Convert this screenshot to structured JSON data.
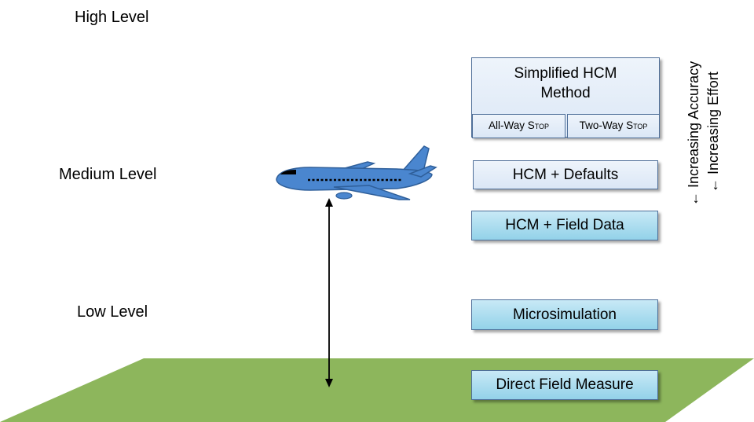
{
  "levels": {
    "high": "High Level",
    "medium": "Medium Level",
    "low": "Low Level"
  },
  "methods": {
    "simplified": {
      "title_line1": "Simplified HCM",
      "title_line2": "Method",
      "sub_left_prefix": "All-Way ",
      "sub_left_sc": "Stop",
      "sub_right_prefix": "Two-Way ",
      "sub_right_sc": "Stop"
    },
    "defaults": "HCM + Defaults",
    "field_data": "HCM + Field Data",
    "microsimulation": "Microsimulation",
    "direct_field": "Direct Field Measure"
  },
  "trends": {
    "accuracy": "← Increasing Accuracy",
    "effort": "← Increasing Effort"
  },
  "colors": {
    "ground": "#8db65c",
    "plane": "#4a86cf",
    "box_light": "#dbe7f6",
    "box_cyan": "#93d2e9",
    "box_border": "#4f6f99"
  }
}
